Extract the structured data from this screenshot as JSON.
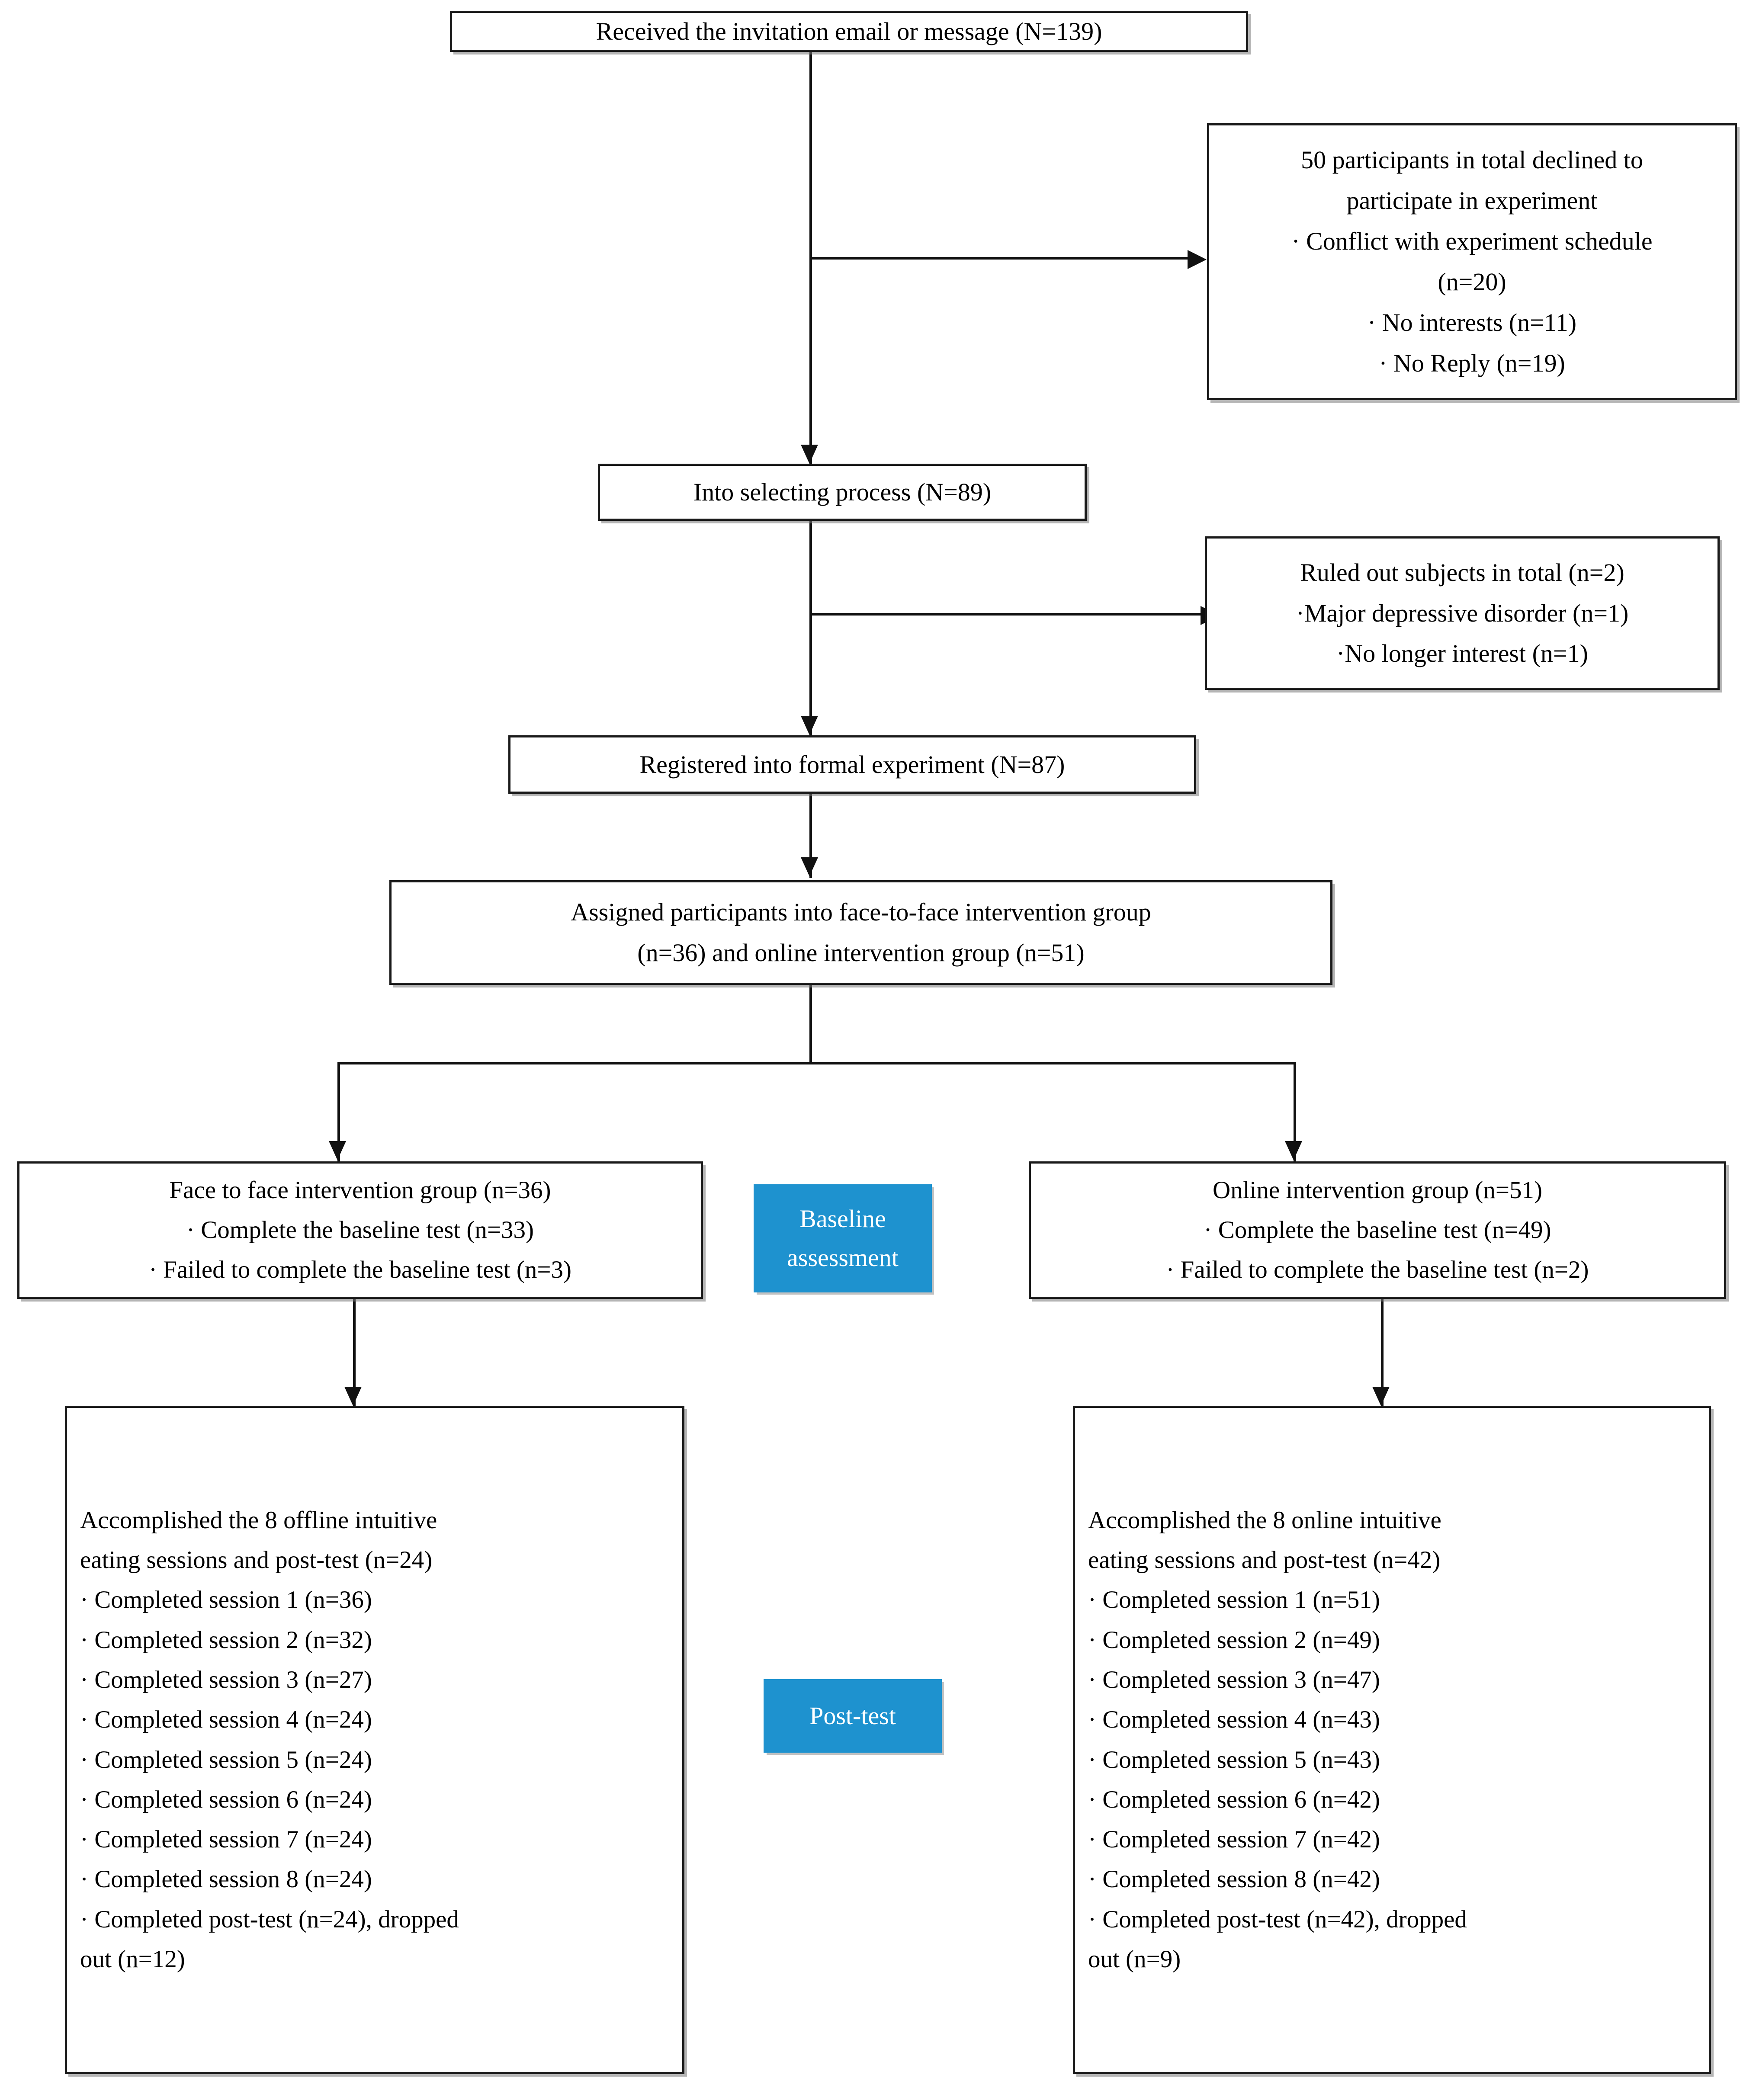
{
  "diagram": {
    "title": "Participant flow diagram",
    "accent_color": "#1e92cf",
    "line_color": "#111111",
    "box_border_color": "#1a1a1a"
  },
  "nodes": {
    "received": {
      "lines": [
        "Received the invitation email or message (N=139)"
      ]
    },
    "declined": {
      "lines": [
        "50 participants in total declined to",
        "participate in experiment",
        "· Conflict with experiment schedule",
        "(n=20)",
        "· No interests (n=11)",
        "· No Reply (n=19)"
      ]
    },
    "selecting": {
      "lines": [
        "Into selecting process (N=89)"
      ]
    },
    "ruled_out": {
      "lines": [
        "Ruled out subjects in total (n=2)",
        "·Major depressive disorder (n=1)",
        "·No longer interest (n=1)"
      ]
    },
    "registered": {
      "lines": [
        "Registered into formal experiment (N=87)"
      ]
    },
    "assigned": {
      "lines": [
        "Assigned participants into face-to-face intervention group",
        "(n=36) and online intervention group (n=51)"
      ]
    },
    "baseline_badge": {
      "lines": [
        "Baseline",
        "assessment"
      ]
    },
    "posttest_badge": {
      "lines": [
        "Post-test"
      ]
    },
    "face_baseline": {
      "lines": [
        "Face to face intervention group (n=36)",
        "· Complete the baseline test (n=33)",
        "· Failed to complete the baseline test (n=3)"
      ]
    },
    "online_baseline": {
      "lines": [
        "Online intervention group (n=51)",
        "· Complete the baseline test (n=49)",
        "· Failed to complete the baseline test (n=2)"
      ]
    },
    "offline_posttest": {
      "lines": [
        "Accomplished the 8 offline intuitive",
        "eating sessions and post-test (n=24)",
        "· Completed session 1 (n=36)",
        "· Completed session 2 (n=32)",
        "· Completed session 3 (n=27)",
        "· Completed session 4 (n=24)",
        "· Completed session 5 (n=24)",
        "· Completed session 6 (n=24)",
        "· Completed session 7 (n=24)",
        "· Completed session 8 (n=24)",
        "· Completed post-test (n=24), dropped",
        "out (n=12)"
      ]
    },
    "online_posttest": {
      "lines": [
        "Accomplished the 8 online intuitive",
        "eating sessions and post-test (n=42)",
        "· Completed session 1 (n=51)",
        "· Completed session 2 (n=49)",
        "· Completed session 3 (n=47)",
        "· Completed session 4 (n=43)",
        "· Completed session 5 (n=43)",
        "· Completed session 6 (n=42)",
        "· Completed session 7 (n=42)",
        "· Completed session 8 (n=42)",
        "· Completed post-test (n=42), dropped",
        "out (n=9)"
      ]
    }
  }
}
